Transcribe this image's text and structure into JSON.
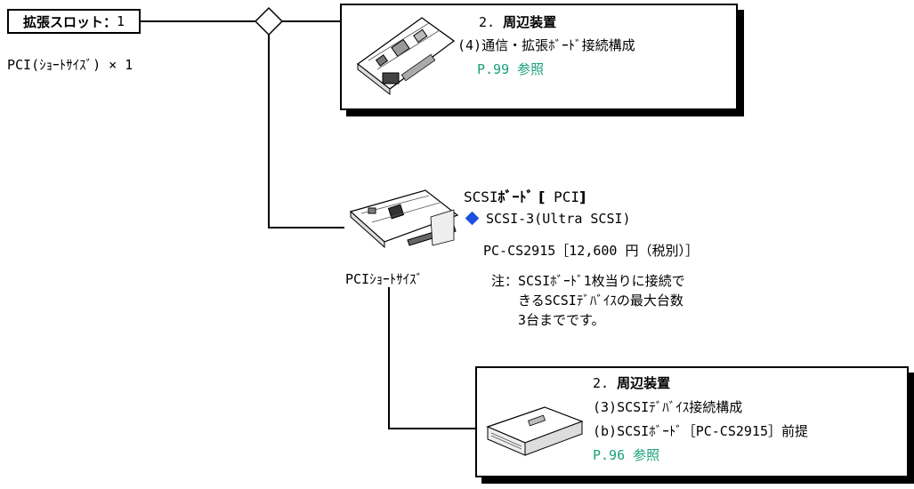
{
  "slot": {
    "label": "拡張スロット：",
    "count": "1",
    "spec": "PCI(ｼｮｰﾄｻｲｽﾞ) × 1"
  },
  "card_top": {
    "section": "2.",
    "section_title": "周辺装置",
    "line1": "(4)通信・拡張ﾎﾞｰﾄﾞ接続構成",
    "ref": "P.99 参照"
  },
  "board": {
    "title_prefix": "SCSI",
    "title_bold": "ﾎﾞｰﾄﾞ [",
    "title_mid": "PCI",
    "title_end": "]",
    "spec": "SCSI-3(Ultra SCSI)",
    "model": "PC-CS2915［12,600 円（税別）］",
    "caption": "PCIｼｮｰﾄｻｲｽﾞ",
    "note_lines": [
      "注：SCSIﾎﾞｰﾄﾞ1枚当りに接続で",
      "　　きるSCSIﾃﾞﾊﾞｲｽの最大台数",
      "　　3台までです。"
    ],
    "marker_color": "#1d4fe0"
  },
  "card_bottom": {
    "section": "2.",
    "section_title": "周辺装置",
    "line1": "(3)SCSIﾃﾞﾊﾞｲｽ接続構成",
    "line2": "(b)SCSIﾎﾞｰﾄﾞ［PC-CS2915］前提",
    "ref": "P.96 参照"
  },
  "colors": {
    "reference": "#1aa07a"
  }
}
